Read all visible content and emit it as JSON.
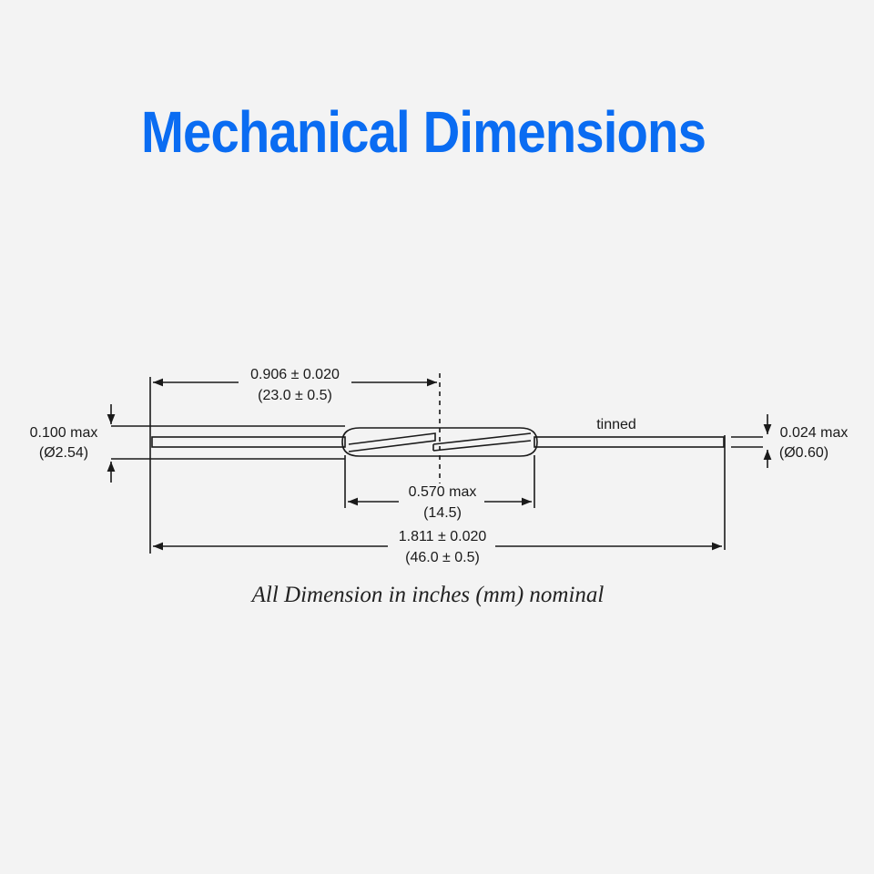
{
  "title": "Mechanical Dimensions",
  "footnote": "All Dimension in inches (mm) nominal",
  "dimensions": {
    "half_length": {
      "inches": "0.906 ± 0.020",
      "mm": "(23.0 ± 0.5)"
    },
    "glass_length": {
      "inches": "0.570 max",
      "mm": "(14.5)"
    },
    "overall_length": {
      "inches": "1.811 ± 0.020",
      "mm": "(46.0 ± 0.5)"
    },
    "glass_diameter": {
      "inches": "0.100 max",
      "mm": "(Ø2.54)"
    },
    "lead_diameter": {
      "inches": "0.024 max",
      "mm": "(Ø0.60)"
    }
  },
  "lead_note": "tinned",
  "colors": {
    "title": "#0a6cf2",
    "background": "#f3f3f3",
    "line": "#1a1a1a"
  }
}
